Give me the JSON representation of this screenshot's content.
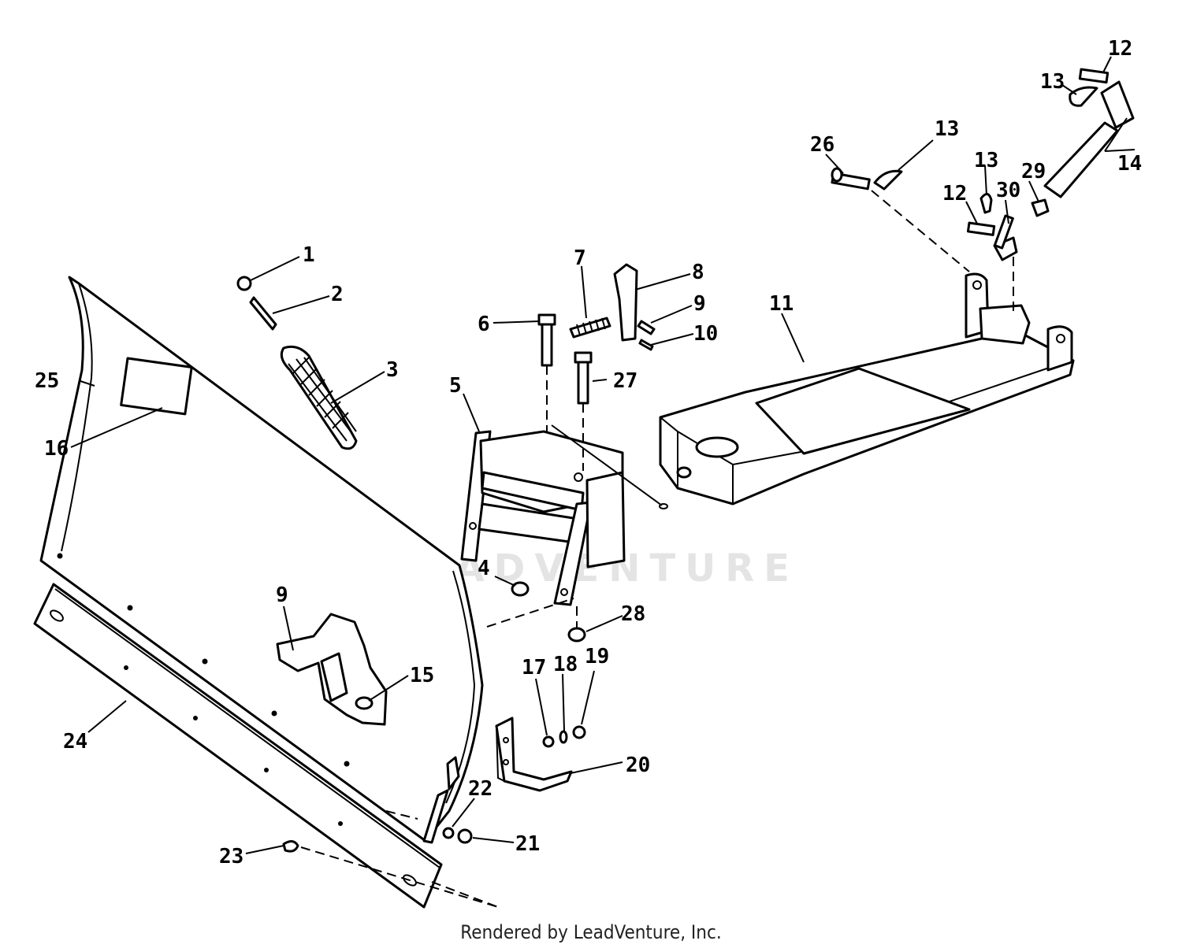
{
  "watermark": "LEADVENTURE",
  "footer": "Rendered by LeadVenture, Inc.",
  "callouts": [
    {
      "id": "c1",
      "label": "1"
    },
    {
      "id": "c2",
      "label": "2"
    },
    {
      "id": "c3",
      "label": "3"
    },
    {
      "id": "c4",
      "label": "4"
    },
    {
      "id": "c5",
      "label": "5"
    },
    {
      "id": "c6",
      "label": "6"
    },
    {
      "id": "c7",
      "label": "7"
    },
    {
      "id": "c8",
      "label": "8"
    },
    {
      "id": "c9a",
      "label": "9"
    },
    {
      "id": "c9b",
      "label": "9"
    },
    {
      "id": "c10",
      "label": "10"
    },
    {
      "id": "c11",
      "label": "11"
    },
    {
      "id": "c12a",
      "label": "12"
    },
    {
      "id": "c12b",
      "label": "12"
    },
    {
      "id": "c13a",
      "label": "13"
    },
    {
      "id": "c13b",
      "label": "13"
    },
    {
      "id": "c13c",
      "label": "13"
    },
    {
      "id": "c14",
      "label": "14"
    },
    {
      "id": "c15",
      "label": "15"
    },
    {
      "id": "c16",
      "label": "16"
    },
    {
      "id": "c17",
      "label": "17"
    },
    {
      "id": "c18",
      "label": "18"
    },
    {
      "id": "c19",
      "label": "19"
    },
    {
      "id": "c20",
      "label": "20"
    },
    {
      "id": "c21",
      "label": "21"
    },
    {
      "id": "c22",
      "label": "22"
    },
    {
      "id": "c23",
      "label": "23"
    },
    {
      "id": "c24",
      "label": "24"
    },
    {
      "id": "c25",
      "label": "25"
    },
    {
      "id": "c26",
      "label": "26"
    },
    {
      "id": "c27",
      "label": "27"
    },
    {
      "id": "c28",
      "label": "28"
    },
    {
      "id": "c29",
      "label": "29"
    },
    {
      "id": "c30",
      "label": "30"
    }
  ]
}
